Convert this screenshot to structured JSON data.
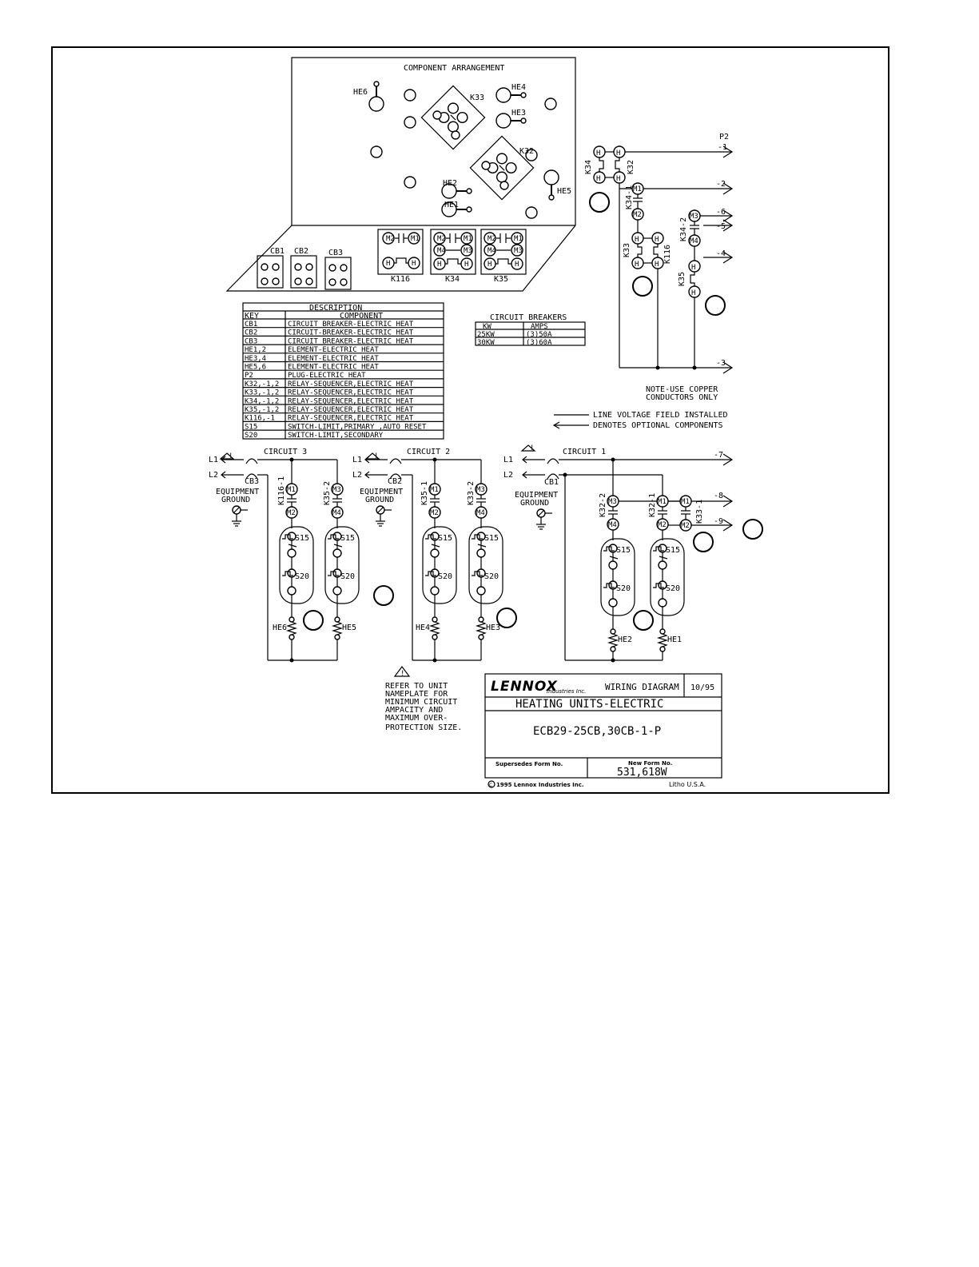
{
  "component_arrangement": {
    "title": "COMPONENT ARRANGEMENT",
    "labels": {
      "he6": "HE6",
      "he4": "HE4",
      "he3": "HE3",
      "he2": "HE2",
      "he1": "HE1",
      "he5": "HE5",
      "k33": "K33",
      "k32": "K32"
    },
    "breakers": [
      "CB1",
      "CB2",
      "CB3"
    ],
    "relays": [
      "K116",
      "K34",
      "K35"
    ],
    "relay_terms": {
      "m1": "M1",
      "m2": "M2",
      "m3": "M3",
      "m4": "M4",
      "h": "H"
    }
  },
  "description_table": {
    "title": "DESCRIPTION",
    "headers": [
      "KEY",
      "COMPONENT"
    ],
    "rows": [
      [
        "CB1",
        "CIRCUIT BREAKER-ELECTRIC HEAT"
      ],
      [
        "CB2",
        "CIRCUIT-BREAKER-ELECTRIC HEAT"
      ],
      [
        "CB3",
        "CIRCUIT BREAKER-ELECTRIC HEAT"
      ],
      [
        "HE1,2",
        "ELEMENT-ELECTRIC HEAT"
      ],
      [
        "HE3,4",
        "ELEMENT-ELECTRIC HEAT"
      ],
      [
        "HE5,6",
        "ELEMENT-ELECTRIC HEAT"
      ],
      [
        "P2",
        "PLUG-ELECTRIC HEAT"
      ],
      [
        "K32,-1,2",
        "RELAY-SEQUENCER,ELECTRIC HEAT"
      ],
      [
        "K33,-1,2",
        "RELAY-SEQUENCER,ELECTRIC HEAT"
      ],
      [
        "K34,-1,2",
        "RELAY-SEQUENCER,ELECTRIC HEAT"
      ],
      [
        "K35,-1,2",
        "RELAY-SEQUENCER,ELECTRIC HEAT"
      ],
      [
        "K116,-1",
        "RELAY-SEQUENCER,ELECTRIC HEAT"
      ],
      [
        "S15",
        "SWITCH-LIMIT,PRIMARY ,AUTO RESET"
      ],
      [
        "S20",
        "SWITCH-LIMIT,SECONDARY"
      ]
    ]
  },
  "breaker_table": {
    "title": "CIRCUIT BREAKERS",
    "headers": [
      "KW",
      "AMPS"
    ],
    "rows": [
      [
        "25KW",
        "(3)50A"
      ],
      [
        "30KW",
        "(3)60A"
      ]
    ]
  },
  "control_diagram": {
    "p2": "P2",
    "pins": [
      "-1",
      "-2",
      "-3",
      "-4",
      "-5",
      "-6"
    ],
    "relays": {
      "k34": "K34",
      "k32": "K32",
      "k34_1": "K34-1",
      "k34_2": "K34-2",
      "k33": "K33",
      "k116": "K116",
      "k35": "K35"
    }
  },
  "notes": {
    "note1": "NOTE-USE COPPER",
    "note2": "CONDUCTORS ONLY",
    "legend_line": "LINE VOLTAGE FIELD INSTALLED",
    "legend_optional": "DENOTES OPTIONAL COMPONENTS",
    "refer": [
      "REFER TO UNIT",
      "NAMEPLATE FOR",
      "MINIMUM CIRCUIT",
      "AMPACITY AND",
      "MAXIMUM  OVER-",
      "PROTECTION SIZE."
    ]
  },
  "circuits": {
    "l1": "L1",
    "l2": "L2",
    "equipment": "EQUIPMENT",
    "ground": "GROUND",
    "s15": "S15",
    "s20": "S20",
    "c3": {
      "title": "CIRCUIT 3",
      "cb": "CB3",
      "relay_a": "K116-1",
      "relay_b": "K35-2",
      "heater_a": "HE6",
      "heater_b": "HE5"
    },
    "c2": {
      "title": "CIRCUIT 2",
      "cb": "CB2",
      "relay_a": "K35-1",
      "relay_b": "K33-2",
      "heater_a": "HE4",
      "heater_b": "HE3"
    },
    "c1": {
      "title": "CIRCUIT 1",
      "cb": "CB1",
      "relay_a": "K32-2",
      "relay_b": "K32-1",
      "relay_c": "K33-1",
      "heater_a": "HE2",
      "heater_b": "HE1",
      "pins": [
        "-7",
        "-8",
        "-9"
      ]
    }
  },
  "title_block": {
    "brand": "LENNOX",
    "brand_sub": "Industries Inc.",
    "doc_type": "WIRING DIAGRAM",
    "date": "10/95",
    "subtitle": "HEATING UNITS-ELECTRIC",
    "model": "ECB29-25CB,30CB-1-P",
    "supersedes_label": "Supersedes Form No.",
    "new_form_label": "New Form No.",
    "form_no": "531,618W",
    "copyright": "1995 Lennox Industries Inc.",
    "litho": "Litho U.S.A."
  }
}
